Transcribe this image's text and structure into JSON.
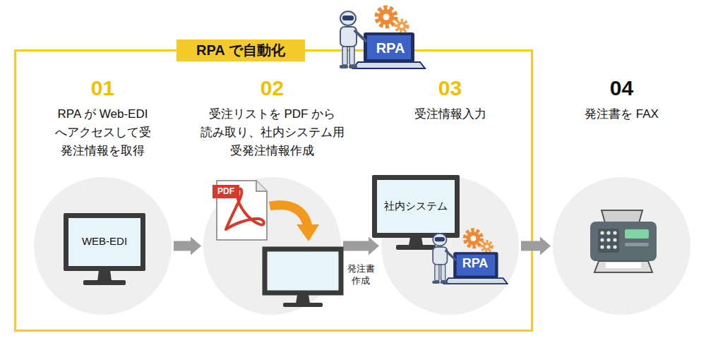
{
  "diagram": {
    "nodes": [
      {
        "text": [
          "RPA で自動化"
        ]
      },
      {
        "text": [
          "01",
          "RPA が Web-EDI へアクセスして受 発注情報を取得"
        ],
        "in": 0
      },
      {
        "text": [
          "WEB-EDI"
        ],
        "in": 1
      },
      {
        "text": [
          "02",
          "受注リストを PDF から 読み取り、社内システム用 受発注情報作成"
        ],
        "in": 0
      },
      {
        "text": [
          "03",
          "受注情報入力"
        ],
        "in": 0
      },
      {
        "text": [
          "社内システム"
        ],
        "in": 4
      },
      {
        "text": [
          "04",
          "発注書を FAX"
        ]
      }
    ],
    "edges": [
      {
        "from": 1,
        "to": 3,
        "arrow": "to"
      },
      {
        "from": 3,
        "to": 4,
        "label": "発注書 作成",
        "arrow": "to"
      },
      {
        "from": 4,
        "to": 6,
        "arrow": "to"
      }
    ],
    "labels": [
      "RPA",
      "PDF",
      "RPA"
    ]
  }
}
